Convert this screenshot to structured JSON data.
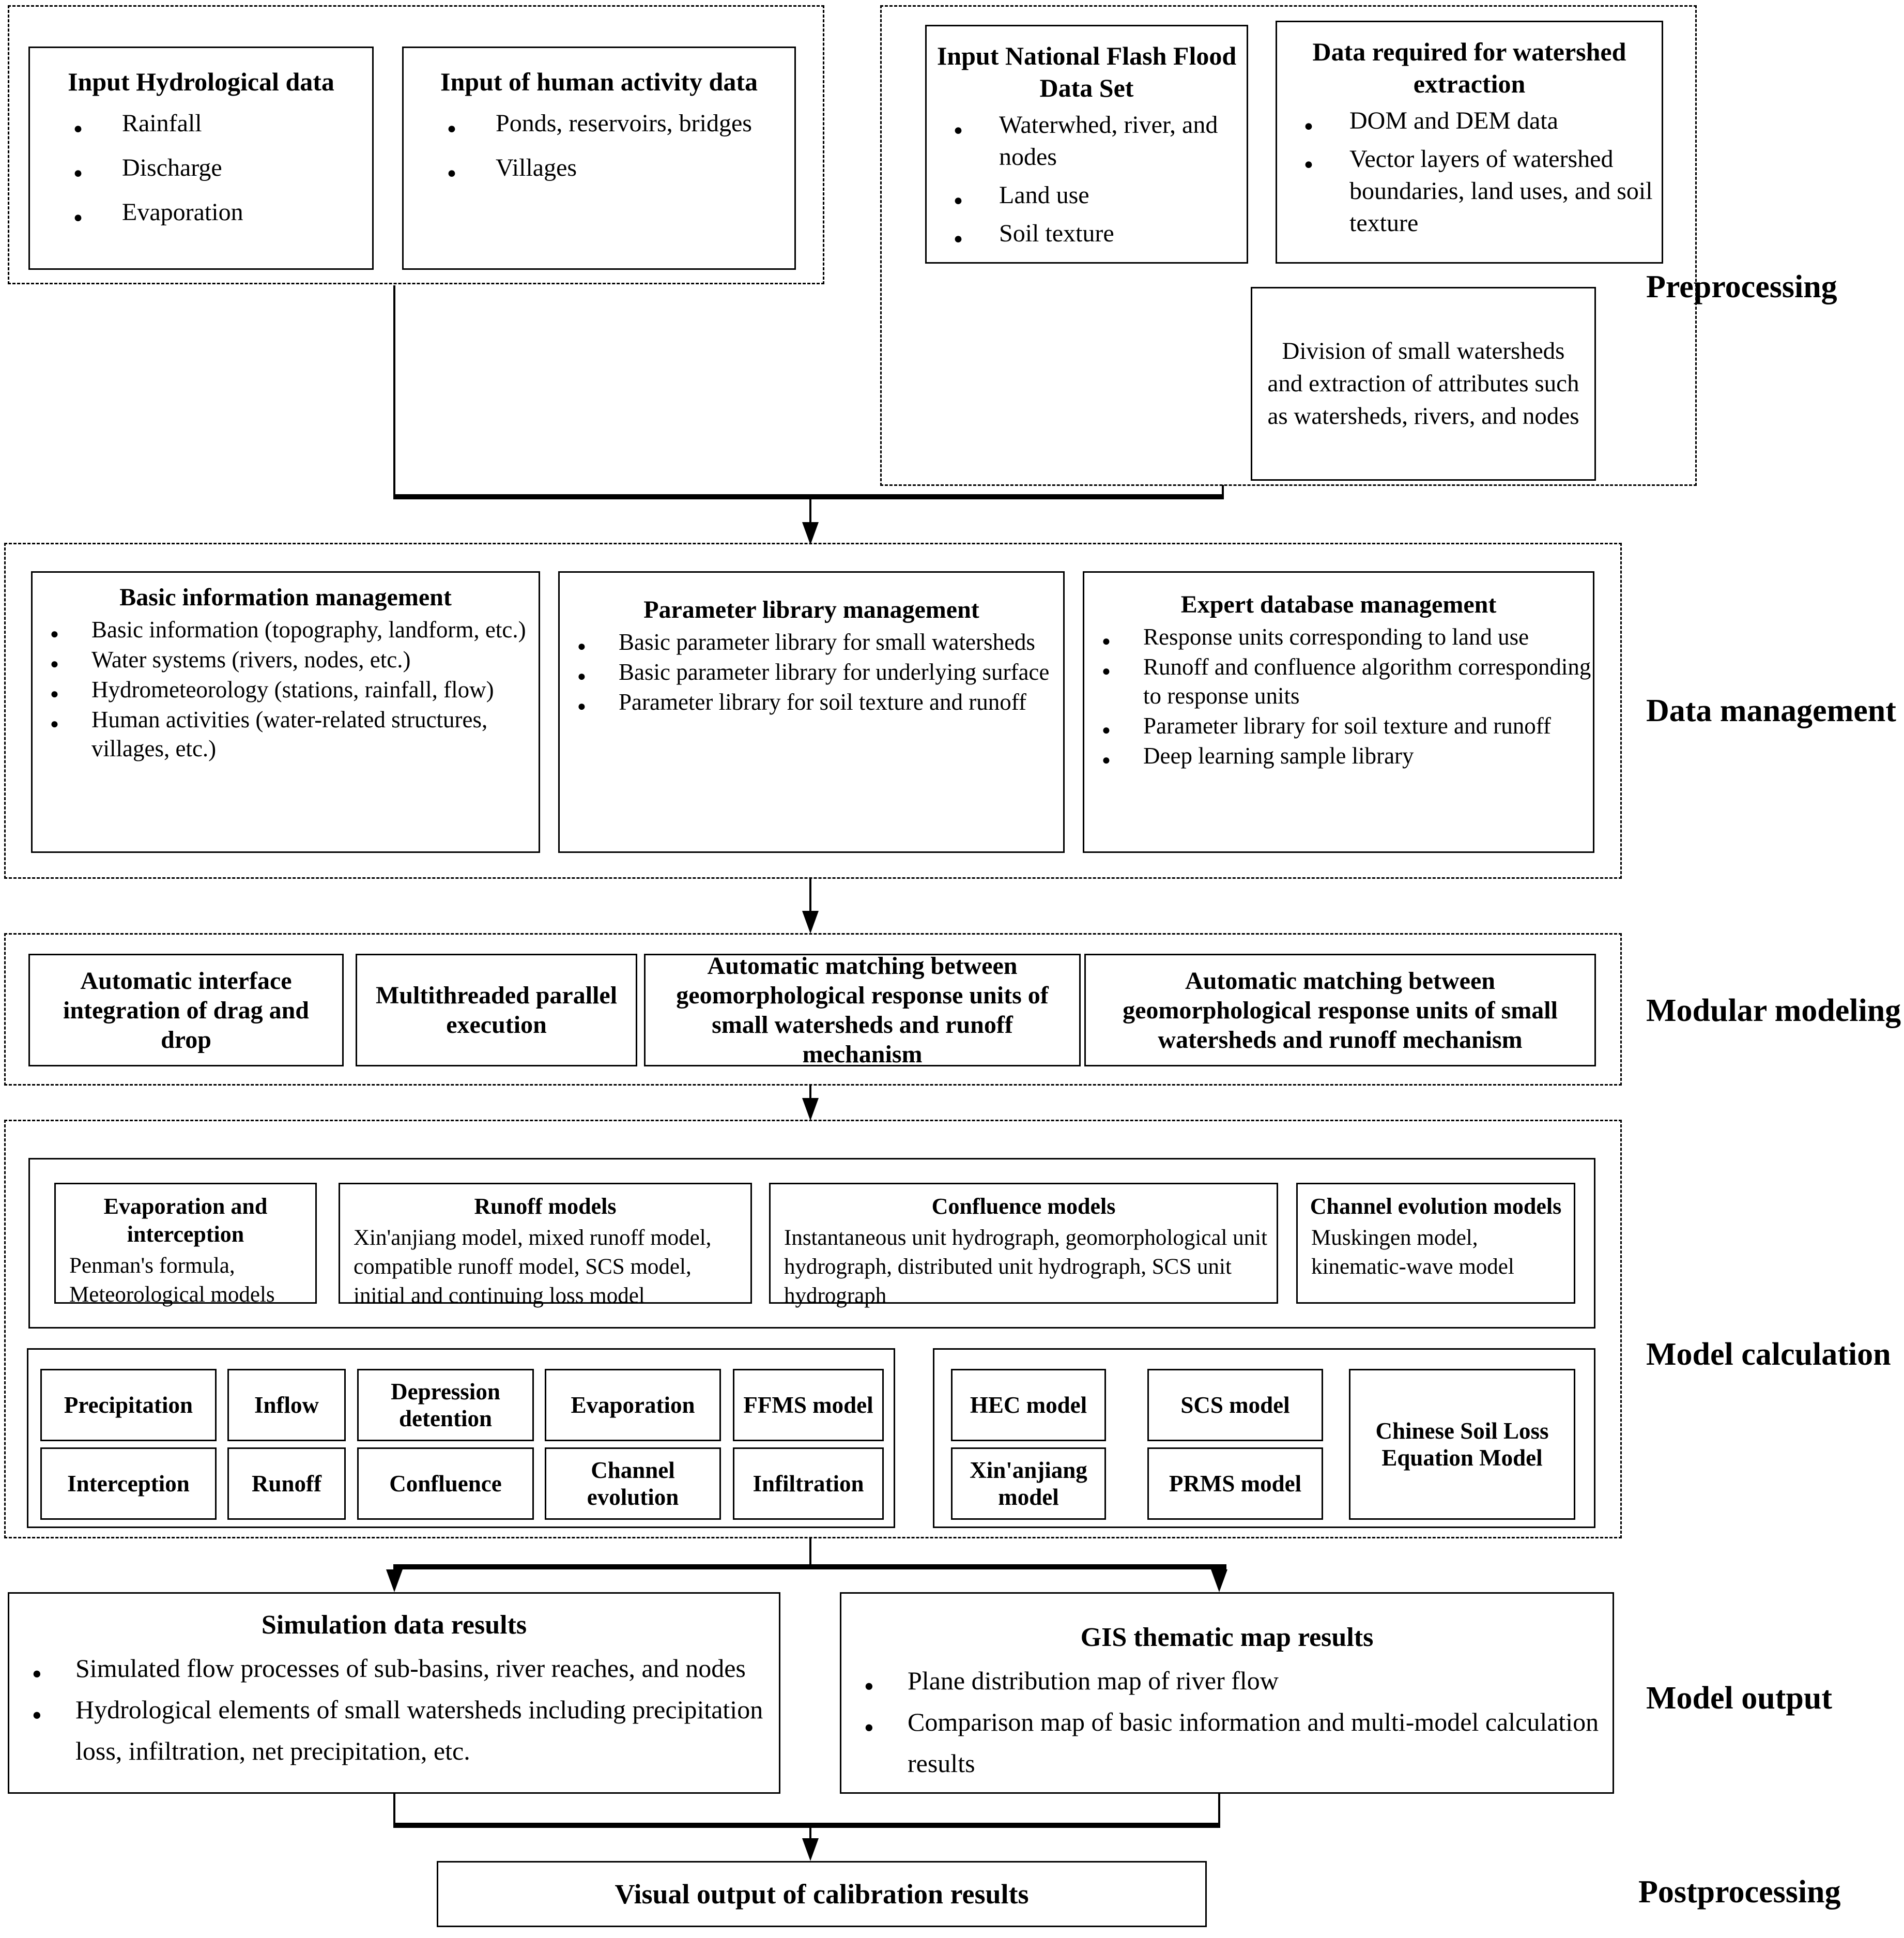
{
  "flow": {
    "preprocessing": {
      "label": "Preprocessing",
      "hydro": {
        "title": "Input Hydrological data",
        "items": [
          "Rainfall",
          "Discharge",
          "Evaporation"
        ]
      },
      "human": {
        "title": "Input of human activity data",
        "items": [
          "Ponds, reservoirs, bridges",
          "Villages"
        ]
      },
      "flash_flood": {
        "title": "Input National Flash Flood Data Set",
        "items": [
          "Waterwhed, river, and nodes",
          "Land use",
          "Soil texture"
        ]
      },
      "watershed_extraction": {
        "title": "Data required for watershed extraction",
        "items": [
          "DOM and DEM data",
          "Vector layers of watershed boundaries, land uses, and soil texture"
        ]
      },
      "division": {
        "text": "Division of small watersheds and extraction of attributes such as watersheds, rivers, and nodes"
      }
    },
    "data_management": {
      "label": "Data management",
      "basic_info": {
        "title": "Basic information management",
        "items": [
          "Basic information (topography, landform, etc.)",
          "Water systems (rivers, nodes, etc.)",
          "Hydrometeorology (stations, rainfall, flow)",
          "Human activities (water-related structures, villages, etc.)"
        ]
      },
      "parameter_library": {
        "title": "Parameter library management",
        "items": [
          "Basic parameter library for small watersheds",
          "Basic parameter library for underlying surface",
          "Parameter library for soil texture and runoff"
        ]
      },
      "expert_database": {
        "title": "Expert database management",
        "items": [
          "Response units corresponding to land use",
          "Runoff and confluence algorithm corresponding to response units",
          "Parameter library for soil texture and runoff",
          "Deep learning sample library"
        ]
      }
    },
    "modular_modeling": {
      "label": "Modular modeling",
      "boxes": [
        "Automatic interface integration of drag and drop",
        "Multithreaded parallel execution",
        "Automatic matching between geomorphological response units of small watersheds and runoff mechanism",
        "Automatic matching between geomorphological response units of small watersheds and runoff mechanism"
      ]
    },
    "model_calculation": {
      "label": "Model calculation",
      "groups": [
        {
          "title": "Evaporation and interception",
          "body": "Penman's formula, Meteorological models"
        },
        {
          "title": "Runoff models",
          "body": "Xin'anjiang model, mixed runoff model, compatible runoff model, SCS model, initial and continuing loss model"
        },
        {
          "title": "Confluence models",
          "body": "Instantaneous unit hydrograph, geomorphological unit hydrograph, distributed unit hydrograph, SCS unit hydrograph"
        },
        {
          "title": "Channel evolution models",
          "body": "Muskingen model, kinematic-wave model"
        }
      ],
      "process_row1": [
        "Precipitation",
        "Inflow",
        "Depression detention",
        "Evaporation",
        "FFMS model"
      ],
      "process_row2": [
        "Interception",
        "Runoff",
        "Confluence",
        "Channel evolution",
        "Infiltration"
      ],
      "models_row1": [
        "HEC model",
        "SCS model"
      ],
      "models_row2": [
        "Xin'anjiang model",
        "PRMS model"
      ],
      "models_tall": "Chinese Soil Loss Equation Model"
    },
    "model_output": {
      "label": "Model output",
      "simulation": {
        "title": "Simulation data results",
        "items": [
          "Simulated flow processes of sub-basins, river reaches, and nodes",
          "Hydrological elements of small watersheds including precipitation loss, infiltration, net precipitation, etc."
        ]
      },
      "gis": {
        "title": "GIS thematic map results",
        "items": [
          "Plane distribution map of river flow",
          "Comparison map of basic information and multi-model calculation results"
        ]
      }
    },
    "postprocessing": {
      "label": "Postprocessing",
      "visual_output": "Visual output of calibration results"
    }
  }
}
